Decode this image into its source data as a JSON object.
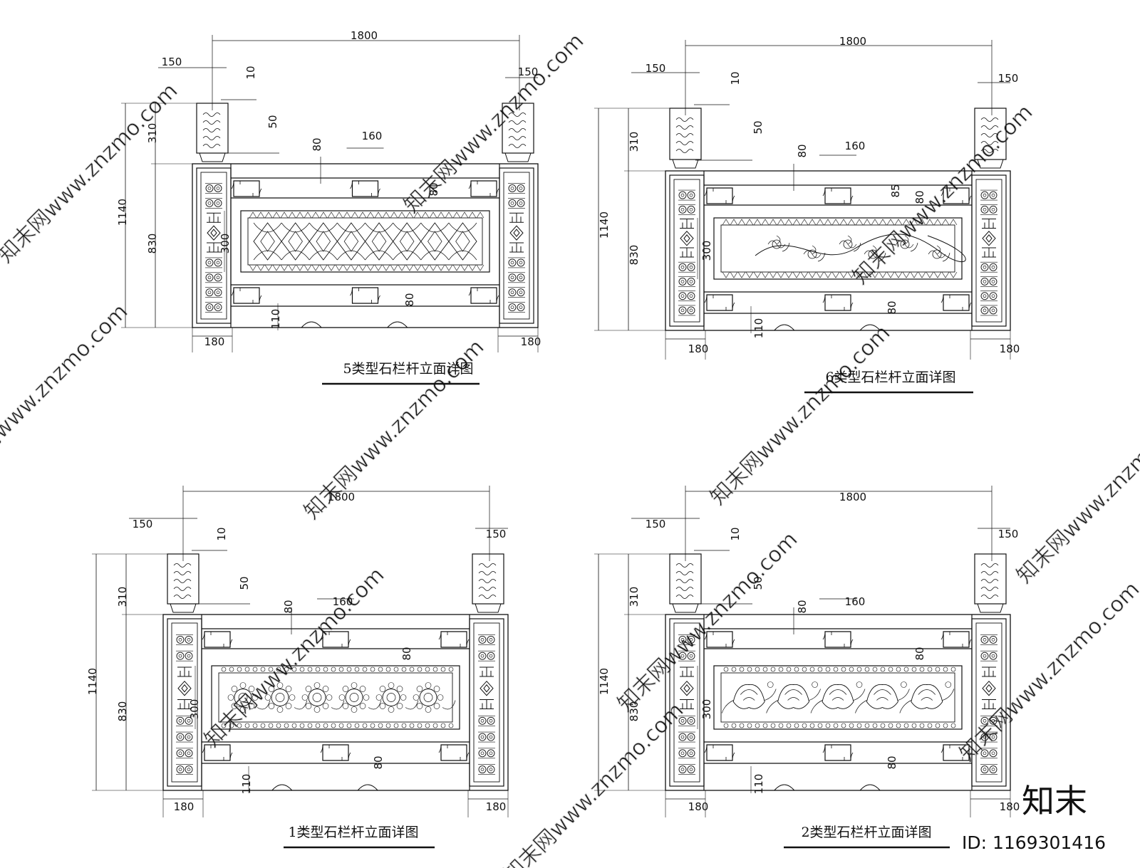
{
  "drawings": [
    {
      "id": "type5",
      "caption": "5类型石栏杆立面详图",
      "pattern": "lattice",
      "dims": {
        "total_width": "1800",
        "post_width_left": "150",
        "post_width_right": "150",
        "gap_top": "10",
        "offset_50": "50",
        "rail_80_top": "80",
        "block_160": "160",
        "rail_80_mid": "80",
        "rail_80_low": "80",
        "base_110": "110",
        "height_1140": "1140",
        "height_310": "310",
        "height_830": "830",
        "panel_300": "300",
        "foot_left": "180",
        "foot_right": "180"
      }
    },
    {
      "id": "type6",
      "caption": "6类型石栏杆立面详图",
      "pattern": "vine",
      "dims": {
        "total_width": "1800",
        "post_width_left": "150",
        "post_width_right": "150",
        "gap_top": "10",
        "offset_50": "50",
        "rail_80_top": "80",
        "block_160": "160",
        "rail_80_mid": "80",
        "rail_85": "85",
        "rail_80_low": "80",
        "base_110": "110",
        "height_1140": "1140",
        "height_310": "310",
        "height_830": "830",
        "panel_300": "300",
        "foot_left": "180",
        "foot_right": "180"
      }
    },
    {
      "id": "type1",
      "caption": "1类型石栏杆立面详图",
      "pattern": "flowers",
      "dims": {
        "total_width": "1800",
        "post_width_left": "150",
        "post_width_right": "150",
        "gap_top": "10",
        "offset_50": "50",
        "rail_80_top": "80",
        "block_160": "160",
        "rail_80_mid": "80",
        "rail_80_low": "80",
        "base_110": "110",
        "height_1140": "1140",
        "height_310": "310",
        "height_830": "830",
        "panel_300": "300",
        "foot_left": "180",
        "foot_right": "180"
      }
    },
    {
      "id": "type2",
      "caption": "2类型石栏杆立面详图",
      "pattern": "peony",
      "dims": {
        "total_width": "1800",
        "post_width_left": "150",
        "post_width_right": "150",
        "gap_top": "10",
        "offset_50": "50",
        "rail_80_top": "80",
        "block_160": "160",
        "rail_80_mid": "80",
        "rail_80_low": "80",
        "base_110": "110",
        "height_1140": "1140",
        "height_310": "310",
        "height_830": "830",
        "panel_300": "300",
        "foot_left": "180",
        "foot_right": "180"
      }
    }
  ],
  "watermark": {
    "logo_text": "知末",
    "id_text": "ID: 1169301416",
    "diagonal_text": "知末网www.znzmo.com"
  },
  "colors": {
    "line": "#111111",
    "watermark": "#6e6e6e",
    "ghost": "#d6d6d6"
  }
}
